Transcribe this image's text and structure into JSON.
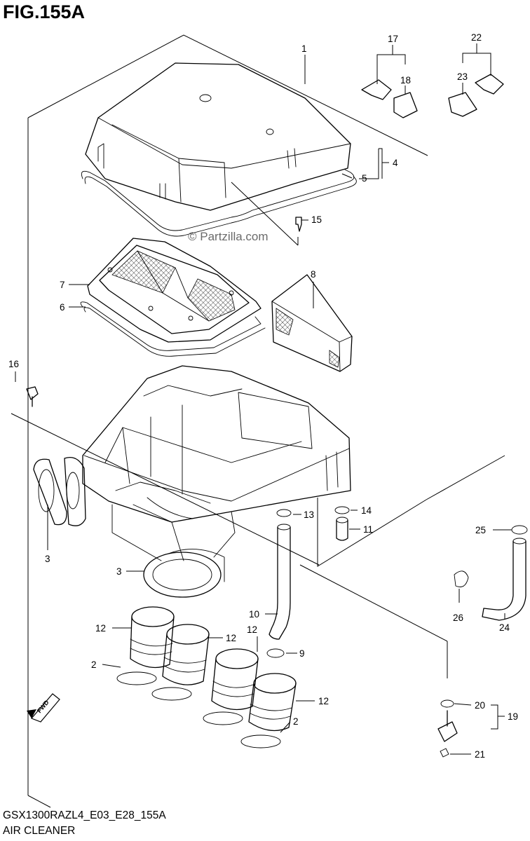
{
  "figure": {
    "title": "FIG.155A",
    "watermark": "© Partzilla.com",
    "code": "GSX1300RAZL4_E03_E28_155A",
    "name": "AIR CLEANER",
    "fwd_marker": "FWD"
  },
  "callouts": {
    "c1": "1",
    "c2a": "2",
    "c2b": "2",
    "c3a": "3",
    "c3b": "3",
    "c4": "4",
    "c5": "5",
    "c6": "6",
    "c7": "7",
    "c8": "8",
    "c9": "9",
    "c10": "10",
    "c11": "11",
    "c12a": "12",
    "c12b": "12",
    "c12c": "12",
    "c12d": "12",
    "c13": "13",
    "c14": "14",
    "c15": "15",
    "c16": "16",
    "c17": "17",
    "c18": "18",
    "c19": "19",
    "c20": "20",
    "c21": "21",
    "c22": "22",
    "c23": "23",
    "c24": "24",
    "c25": "25",
    "c26": "26"
  }
}
